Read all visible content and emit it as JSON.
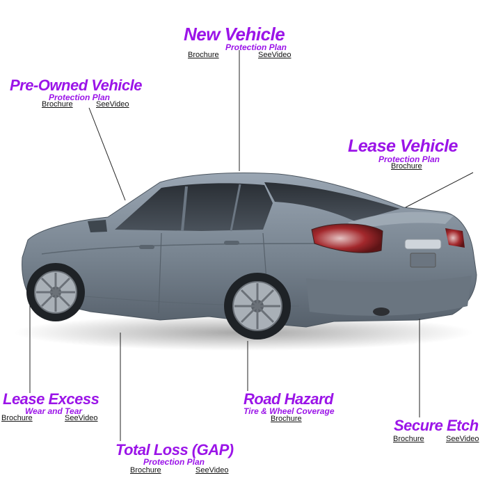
{
  "colors": {
    "accent": "#9b14e8",
    "car_body": "#7b8896",
    "link": "#111111"
  },
  "plans": {
    "new_vehicle": {
      "title": "New Vehicle",
      "subtitle": "Protection Plan",
      "brochure_label": "Brochure",
      "video_label": "SeeVideo"
    },
    "pre_owned": {
      "title": "Pre-Owned Vehicle",
      "subtitle": "Protection Plan",
      "brochure_label": "Brochure",
      "video_label": "SeeVideo"
    },
    "lease_vehicle": {
      "title": "Lease Vehicle",
      "subtitle": "Protection Plan",
      "brochure_label": "Brochure"
    },
    "lease_excess": {
      "title": "Lease Excess",
      "subtitle": "Wear and Tear",
      "brochure_label": "Brochure",
      "video_label": "SeeVideo"
    },
    "road_hazard": {
      "title": "Road Hazard",
      "subtitle": "Tire & Wheel Coverage",
      "brochure_label": "Brochure"
    },
    "total_loss": {
      "title": "Total Loss (GAP)",
      "subtitle": "Protection Plan",
      "brochure_label": "Brochure",
      "video_label": "SeeVideo"
    },
    "secure_etch": {
      "title": "Secure Etch",
      "brochure_label": "Brochure",
      "video_label": "SeeVideo"
    }
  }
}
